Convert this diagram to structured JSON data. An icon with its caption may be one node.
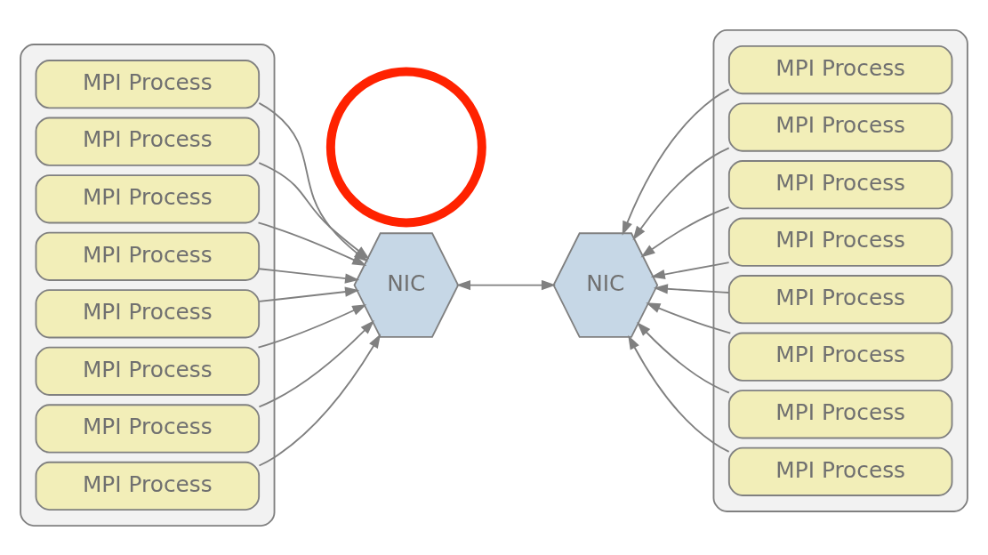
{
  "diagram": {
    "nodes": [
      {
        "text": [],
        "shape": "box"
      },
      {
        "text": [
          "MPI Process"
        ],
        "in": 0
      },
      {
        "text": [
          "MPI Process"
        ],
        "in": 0
      },
      {
        "text": [
          "MPI Process"
        ],
        "in": 0
      },
      {
        "text": [
          "MPI Process"
        ],
        "in": 0
      },
      {
        "text": [
          "MPI Process"
        ],
        "in": 0
      },
      {
        "text": [
          "MPI Process"
        ],
        "in": 0
      },
      {
        "text": [
          "MPI Process"
        ],
        "in": 0
      },
      {
        "text": [
          "MPI Process"
        ],
        "in": 0
      },
      {
        "text": [
          "NIC"
        ]
      },
      {
        "text": [
          "NIC"
        ]
      },
      {
        "text": [],
        "shape": "circle"
      },
      {
        "text": [],
        "shape": "box"
      },
      {
        "text": [
          "MPI Process"
        ],
        "in": 12
      },
      {
        "text": [
          "MPI Process"
        ],
        "in": 12
      },
      {
        "text": [
          "MPI Process"
        ],
        "in": 12
      },
      {
        "text": [
          "MPI Process"
        ],
        "in": 12
      },
      {
        "text": [
          "MPI Process"
        ],
        "in": 12
      },
      {
        "text": [
          "MPI Process"
        ],
        "in": 12
      },
      {
        "text": [
          "MPI Process"
        ],
        "in": 12
      },
      {
        "text": [
          "MPI Process"
        ],
        "in": 12
      }
    ],
    "edges": [
      {
        "from": 1,
        "to": 9,
        "arrow": "to"
      },
      {
        "from": 2,
        "to": 9,
        "arrow": "to"
      },
      {
        "from": 3,
        "to": 9,
        "arrow": "to"
      },
      {
        "from": 4,
        "to": 9,
        "arrow": "to"
      },
      {
        "from": 5,
        "to": 9,
        "arrow": "to"
      },
      {
        "from": 6,
        "to": 9,
        "arrow": "to"
      },
      {
        "from": 7,
        "to": 9,
        "arrow": "to"
      },
      {
        "from": 8,
        "to": 9,
        "arrow": "to"
      },
      {
        "from": 9,
        "to": 10,
        "arrow": "both"
      },
      {
        "from": 13,
        "to": 10,
        "arrow": "to"
      },
      {
        "from": 14,
        "to": 10,
        "arrow": "to"
      },
      {
        "from": 15,
        "to": 10,
        "arrow": "to"
      },
      {
        "from": 16,
        "to": 10,
        "arrow": "to"
      },
      {
        "from": 17,
        "to": 10,
        "arrow": "to"
      },
      {
        "from": 18,
        "to": 10,
        "arrow": "to"
      },
      {
        "from": 19,
        "to": 10,
        "arrow": "to"
      },
      {
        "from": 20,
        "to": 10,
        "arrow": "to"
      }
    ]
  }
}
